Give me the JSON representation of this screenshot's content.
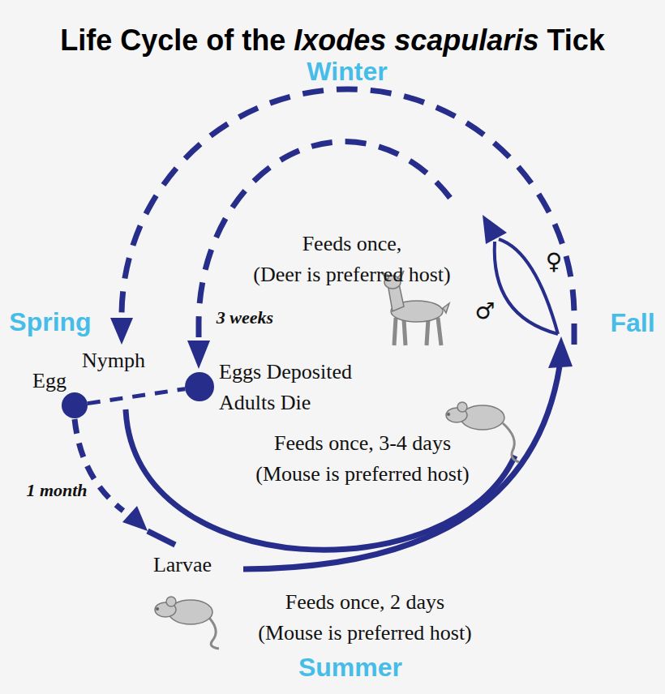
{
  "diagram": {
    "title": "Life Cycle of the Ixodes scapularis Tick",
    "nodes": [
      {
        "text": [
          "Egg"
        ]
      },
      {
        "text": [
          "Eggs Deposited Adults Die"
        ]
      }
    ],
    "edges": [
      {
        "from": 0,
        "to": 1,
        "arrow": "none"
      }
    ],
    "labels": [
      "Winter",
      "Spring",
      "Fall",
      "Summer",
      "Nymph",
      "Larvae",
      "3 weeks",
      "1 month",
      "Feeds once, (Deer is preferred host)",
      "Feeds once, 3-4 days (Mouse is preferred host)",
      "Feeds once, 2 days (Mouse is preferred host)",
      "♂",
      "♀"
    ]
  }
}
